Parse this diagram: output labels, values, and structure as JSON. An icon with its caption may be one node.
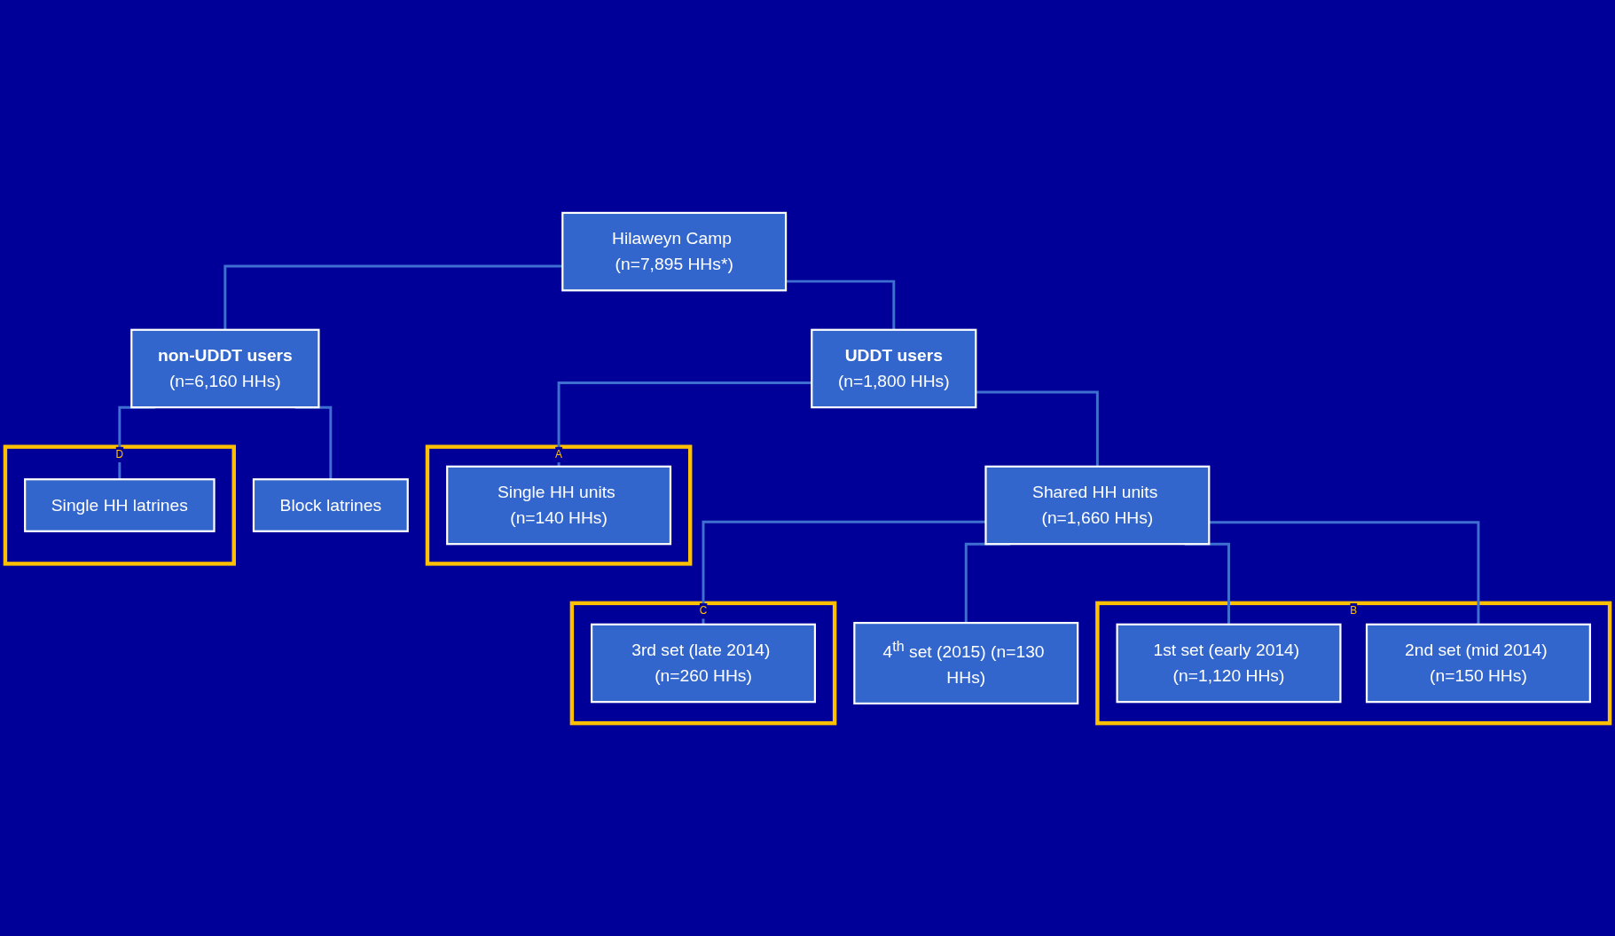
{
  "diagram": {
    "nodes": [
      {
        "text": [
          "Hilaweyn Camp (n=7,895 HHs*)"
        ]
      },
      {
        "text": [
          "UDDT users",
          "(n=1,800 HHs)"
        ]
      },
      {
        "text": [
          "non-UDDT users",
          "(n=6,160 HHs)"
        ]
      },
      {
        "text": [
          "A"
        ]
      },
      {
        "text": [
          "Single HH units (n=140 HHs)"
        ],
        "in": 3
      },
      {
        "text": [
          "Shared HH units (n=1,660 HHs)"
        ]
      },
      {
        "text": [
          "D"
        ]
      },
      {
        "text": [
          "Single HH latrines"
        ],
        "in": 6
      },
      {
        "text": [
          "Block latrines"
        ]
      },
      {
        "text": [
          "B"
        ]
      },
      {
        "text": [
          "1st set (early 2014) (n=1,120 HHs)"
        ],
        "in": 9
      },
      {
        "text": [
          "2nd set (mid 2014) (n=150 HHs)"
        ],
        "in": 9
      },
      {
        "text": [
          "C"
        ]
      },
      {
        "text": [
          "3rd set (late 2014) (n=260 HHs)"
        ],
        "in": 12
      },
      {
        "text": [
          "4$^{th}$ set (2015) (n=130 HHs)"
        ]
      }
    ],
    "edges": [
      {
        "from": 0,
        "to": 1,
        "arrow": "none"
      },
      {
        "from": 0,
        "to": 2,
        "arrow": "none"
      },
      {
        "from": 1,
        "to": 4,
        "arrow": "none"
      },
      {
        "from": 1,
        "to": 5,
        "arrow": "none"
      },
      {
        "from": 2,
        "to": 7,
        "arrow": "none"
      },
      {
        "from": 2,
        "to": 8,
        "arrow": "none"
      },
      {
        "from": 5,
        "to": 10,
        "arrow": "none"
      },
      {
        "from": 5,
        "to": 11,
        "arrow": "none"
      },
      {
        "from": 5,
        "to": 13,
        "arrow": "none"
      },
      {
        "from": 5,
        "to": 14,
        "arrow": "none"
      }
    ]
  }
}
